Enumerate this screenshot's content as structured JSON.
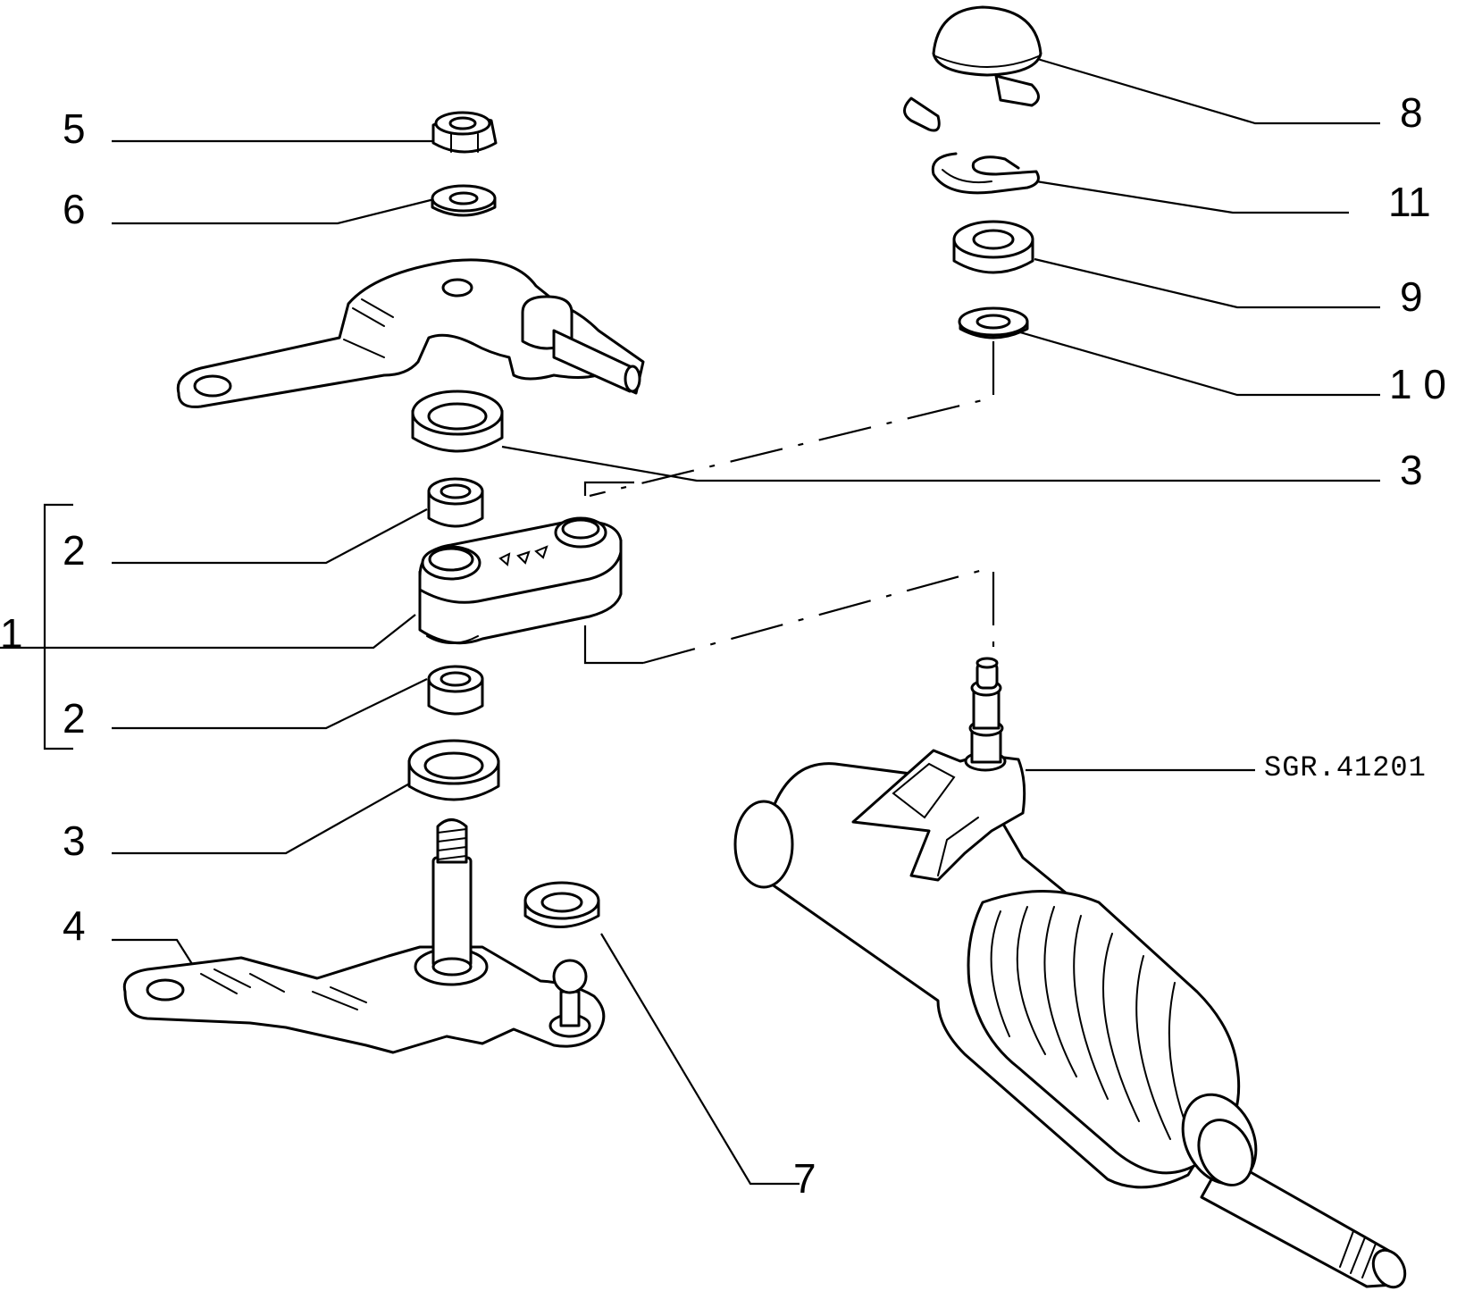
{
  "drawing_code": "SGR.41201",
  "callouts": {
    "c1": "1",
    "c2_top": "2",
    "c2_bottom": "2",
    "c3_left": "3",
    "c3_right": "3",
    "c4": "4",
    "c5": "5",
    "c6": "6",
    "c7": "7",
    "c8": "8",
    "c9": "9",
    "c10": "1 0",
    "c11": "11"
  }
}
